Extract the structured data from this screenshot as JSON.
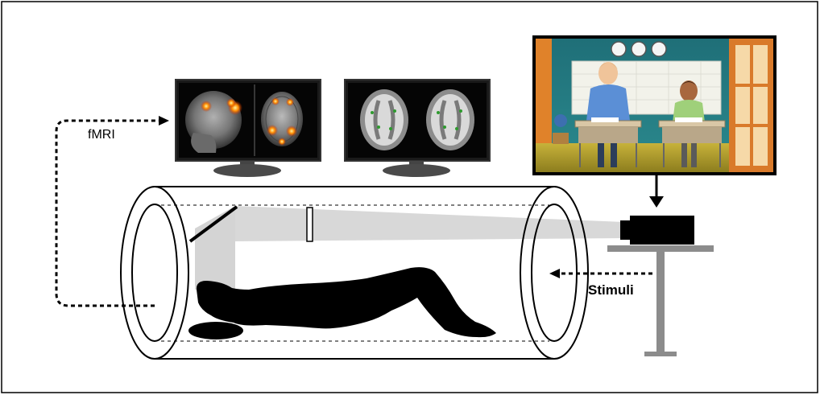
{
  "labels": {
    "fmri": "fMRI",
    "stimuli": "Stimuli"
  },
  "icons": {
    "brain_monitor_left": "brain-activation-monitor",
    "brain_monitor_right": "brain-tract-monitor",
    "stimulus_screen": "classroom-scene-screen",
    "projector": "projector",
    "scanner": "mri-scanner-bore",
    "subject": "lying-person-silhouette",
    "mirror": "head-mirror"
  },
  "colors": {
    "frame": "#000000",
    "beam": "#d7d7d7",
    "activation": "#ff6a00",
    "tract": "#3a9a3a",
    "table": "#8c8c8c"
  }
}
